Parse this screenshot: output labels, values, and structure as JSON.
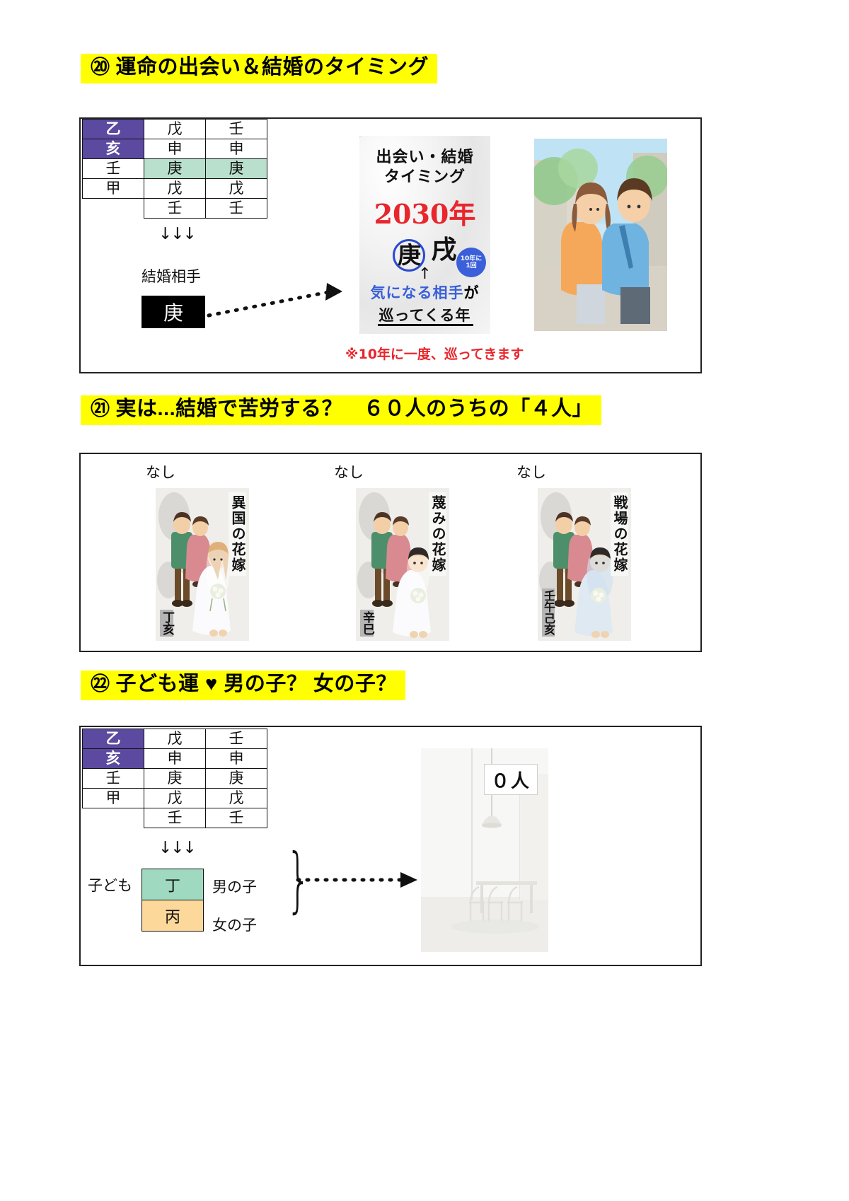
{
  "sections": [
    {
      "number": "⑳",
      "title": "運命の出会い＆結婚のタイミング",
      "pillar_table": {
        "rows": [
          [
            "乙",
            "戊",
            "壬"
          ],
          [
            "亥",
            "申",
            "申"
          ],
          [
            "壬",
            "庚",
            "庚"
          ],
          [
            "甲",
            "戊",
            "戊"
          ],
          [
            "",
            "壬",
            "壬"
          ]
        ]
      },
      "arrows": "↓↓↓",
      "partner_label": "結婚相手",
      "partner_value": "庚",
      "poster": {
        "line1": "出会い・結婚",
        "line2": "タイミング",
        "year": "2030年",
        "stem_circled": "庚",
        "branch": "戌",
        "badge_line1": "10年に",
        "badge_line2": "1回",
        "uparrow": "↑",
        "line3_blue": "気になる相手",
        "line3_black": "が",
        "line4": "巡ってくる年"
      },
      "red_note": "※10年に一度、巡ってきます"
    },
    {
      "number": "㉑",
      "title": "実は...結婚で苦労する？　６０人のうちの「４人」",
      "cards": [
        {
          "caption": "なし",
          "title": "異国の花嫁",
          "tag": "丁亥"
        },
        {
          "caption": "なし",
          "title": "蔑みの花嫁",
          "tag": "辛巳"
        },
        {
          "caption": "なし",
          "title": "戦場の花嫁",
          "tag": "壬午己亥"
        }
      ]
    },
    {
      "number": "㉒",
      "title": "子ども運 ♥ 男の子？ 女の子？",
      "pillar_table": {
        "rows": [
          [
            "乙",
            "戊",
            "壬"
          ],
          [
            "亥",
            "申",
            "申"
          ],
          [
            "壬",
            "庚",
            "庚"
          ],
          [
            "甲",
            "戊",
            "戊"
          ],
          [
            "",
            "壬",
            "壬"
          ]
        ]
      },
      "arrows": "↓↓↓",
      "children_label": "子ども",
      "children_rows": [
        {
          "stem": "丁",
          "label": "男の子"
        },
        {
          "stem": "丙",
          "label": "女の子"
        }
      ],
      "count_badge": "０人"
    }
  ],
  "colors": {
    "highlight": "#ffff00",
    "header_purple": "#5b4aa0",
    "green_row": "#b9e0cd",
    "kid_green": "#9fd9bf",
    "kid_orange": "#fdd89b",
    "red": "#e8262c",
    "blue": "#3a5fd9"
  }
}
